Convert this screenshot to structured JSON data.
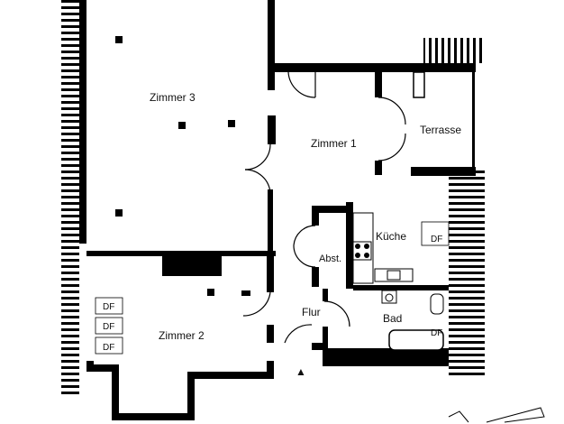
{
  "rooms": {
    "zimmer3": "Zimmer 3",
    "zimmer1": "Zimmer 1",
    "terrasse": "Terrasse",
    "kueche": "Küche",
    "abst": "Abst.",
    "flur": "Flur",
    "bad": "Bad",
    "zimmer2": "Zimmer 2"
  },
  "markers": {
    "df_label": "DF",
    "entrance_symbol": "▲"
  },
  "colors": {
    "wall": "#000000",
    "roof_hatch": "#000000",
    "background": "#ffffff"
  }
}
